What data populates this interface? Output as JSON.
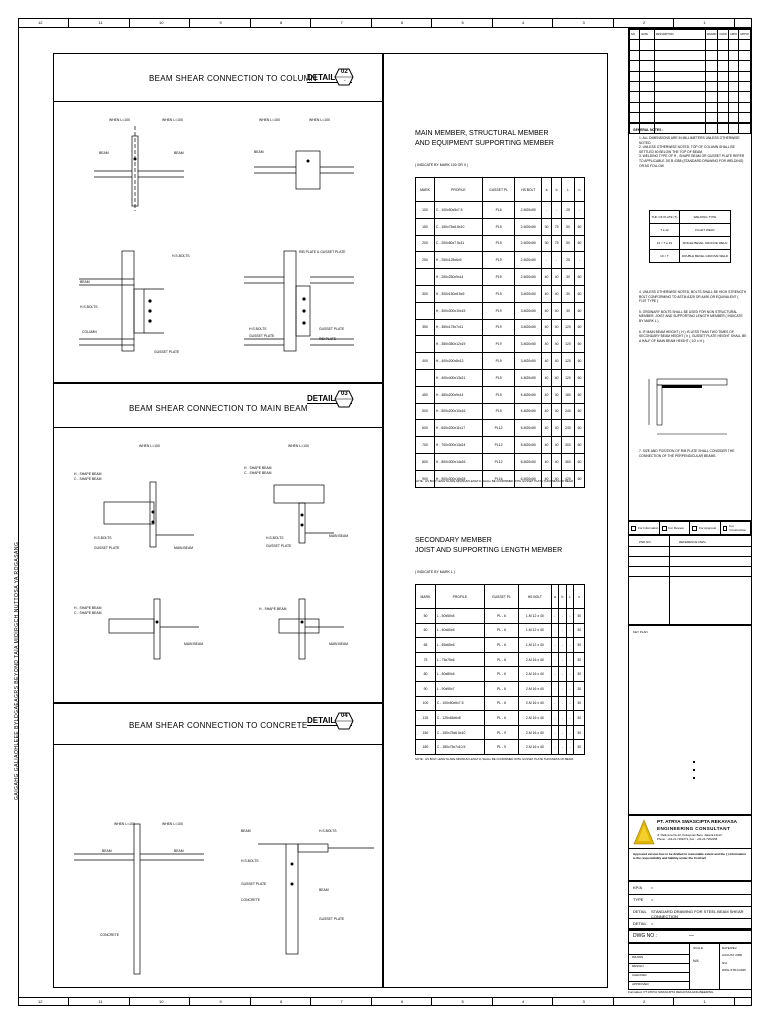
{
  "ruler": {
    "numbers": [
      "12",
      "11",
      "10",
      "9",
      "8",
      "7",
      "6",
      "5",
      "4",
      "3",
      "2",
      "1"
    ]
  },
  "side_text": "GAIGAHG GALIAOHLEEE BYLDGAEAGRS BEYOND TAIA MIDIRGCH NUTTOSA YA ROGASANG",
  "details": [
    {
      "title": "BEAM SHEAR CONNECTION TO COLUMN",
      "label": "DETAIL",
      "num": "02"
    },
    {
      "title": "BEAM SHEAR CONNECTION TO MAIN BEAM",
      "label": "DETAIL",
      "num": "03"
    },
    {
      "title": "BEAM SHEAR CONNECTION TO CONCRETE",
      "label": "DETAIL",
      "num": "04"
    }
  ],
  "labels": {
    "when": "WHEN L=100",
    "beam": "BEAM",
    "column": "COLUMN",
    "hs_bolts": "H.S.BOLTS",
    "gusset_plate": "GUSSET PLATE",
    "rib_plate": "RIB PLATE",
    "main_beam": "MAIN BEAM",
    "h_shape": "H - SHAPE BEAM",
    "c_shape": "C - SHAPE BEAM",
    "concrete": "CONCRETE",
    "anchor": "RIB PLATE & GUSSET PLATE"
  },
  "main_table": {
    "title1": "MAIN MEMBER, STRUCTURAL MEMBER",
    "title2": "AND EQUIPMENT SUPPORTING MEMBER",
    "subtitle": "( INDICATE BY MARK 100 OR II )",
    "headers": [
      "MARK",
      "PROFILE",
      "GUSSET PL",
      "HS BOLT",
      "a",
      "b",
      "L",
      "n"
    ],
    "rows": [
      [
        "100",
        "C - 100x50x5x7.5",
        "PL6",
        "2-M20x50",
        "-",
        "-",
        "25",
        "-"
      ],
      [
        "150",
        "C - 150x75x6.5x10",
        "PL9",
        "2-M20x50",
        "30",
        "75",
        "50",
        "60"
      ],
      [
        "200",
        "C - 200x80x7.5x11",
        "PL9",
        "2-M20x50",
        "30",
        "75",
        "50",
        "60"
      ],
      [
        "250",
        "H - 250x125x6x9",
        "PL9",
        "2-M20x50",
        "-",
        "-",
        "25",
        "-"
      ],
      [
        "",
        "H - 250x250x9x14",
        "PL9",
        "2-M20x50",
        "40",
        "40",
        "30",
        "60"
      ],
      [
        "300",
        "H - 300x150x6.5x9",
        "PL9",
        "3-M20x50",
        "40",
        "40",
        "30",
        "60"
      ],
      [
        "",
        "H - 300x300x10x15",
        "PL9",
        "3-M20x50",
        "40",
        "40",
        "30",
        "60"
      ],
      [
        "350",
        "H - 350x175x7x11",
        "PL9",
        "3-M20x50",
        "40",
        "40",
        "120",
        "60"
      ],
      [
        "",
        "H - 350x350x12x19",
        "PL9",
        "3-M20x50",
        "40",
        "40",
        "120",
        "60"
      ],
      [
        "400",
        "H - 400x200x8x13",
        "PL9",
        "3-M20x50",
        "40",
        "40",
        "120",
        "60"
      ],
      [
        "",
        "H - 400x400x13x21",
        "PL9",
        "4-M20x50",
        "40",
        "40",
        "120",
        "60"
      ],
      [
        "450",
        "H - 450x200x9x14",
        "PL9",
        "4-M20x50",
        "40",
        "40",
        "180",
        "60"
      ],
      [
        "500",
        "H - 500x200x10x16",
        "PL9",
        "4-M20x50",
        "40",
        "40",
        "240",
        "60"
      ],
      [
        "600",
        "H - 600x200x11x17",
        "PL12",
        "5-M20x50",
        "40",
        "40",
        "240",
        "60"
      ],
      [
        "700",
        "H - 700x300x13x24",
        "PL12",
        "5-M20x50",
        "40",
        "40",
        "300",
        "60"
      ],
      [
        "800",
        "H - 800x300x14x26",
        "PL12",
        "6-M20x50",
        "40",
        "40",
        "360",
        "60"
      ],
      [
        "900",
        "H - 900x300x16x28",
        "PL16",
        "6-M20x50",
        "40",
        "40",
        "420",
        "60"
      ]
    ],
    "note": "NOTE : HS BOLT LENGTH ARE MINIMUM LENGTH, SHALL BE CONFIRMED WITH GUSSET PLATE THICKNESS OF BEAM."
  },
  "sec_table": {
    "title1": "SECONDARY MEMBER",
    "title2": "JOIST AND SUPPORTING LENGTH MEMBER",
    "subtitle": "( INDICATE BY MARK L )",
    "headers": [
      "MARK",
      "PROFILE",
      "GUSSET PL",
      "HS BOLT",
      "a",
      "b",
      "L",
      "n"
    ],
    "rows": [
      [
        "50",
        "L - 50x50x5",
        "PL - 6",
        "1-M 12 x 40",
        "-",
        "-",
        "-",
        "30"
      ],
      [
        "60",
        "L - 60x60x6",
        "PL - 6",
        "1-M 12 x 40",
        "-",
        "-",
        "-",
        "30"
      ],
      [
        "65",
        "L - 65x65x6",
        "PL - 6",
        "1-M 12 x 40",
        "-",
        "-",
        "-",
        "30"
      ],
      [
        "75",
        "L - 75x75x6",
        "PL - 6",
        "2-M 16 x 40",
        "-",
        "-",
        "-",
        "30"
      ],
      [
        "80",
        "L - 80x80x6",
        "PL - 6",
        "2-M 16 x 40",
        "-",
        "-",
        "-",
        "30"
      ],
      [
        "90",
        "L - 90x90x7",
        "PL - 6",
        "2-M 16 x 40",
        "-",
        "-",
        "-",
        "30"
      ],
      [
        "100",
        "C - 100x50x5x7.5",
        "PL - 6",
        "2-M 16 x 40",
        "-",
        "-",
        "-",
        "30"
      ],
      [
        "125",
        "C - 125x65x6x8",
        "PL - 6",
        "2-M 16 x 40",
        "-",
        "-",
        "-",
        "30"
      ],
      [
        "150",
        "C - 150x75x6.5x10",
        "PL - 9",
        "2-M 16 x 40",
        "-",
        "-",
        "-",
        "30"
      ],
      [
        "180",
        "C - 180x75x7x10.5",
        "PL - 9",
        "2-M 16 x 40",
        "-",
        "-",
        "-",
        "30"
      ]
    ],
    "note": "NOTE : HS BOLT LENGTH ARE MINIMUM LENGTH, SHALL BE CONFIRMED WITH GUSSET PLATE THICKNESS OF BEAM."
  },
  "rev_headers": [
    "NO",
    "DATE",
    "DESCRIPTION",
    "DRAWN",
    "CHKD",
    "APPD",
    "APPVD"
  ],
  "general_notes": {
    "title": "GENERAL NOTES :",
    "items": [
      "1. ALL DIMENSIONS ARE IN MILLIMETERS UNLESS OTHERWISE NOTED.",
      "2. UNLESS OTHERWISE NOTED, TOP OF COLUMN SHALL BE SETTLED 50 BELOW THE TOP OF BEAM.",
      "3. WELDING TYPE OF H - SHAPE BEAM OR GUSSET PLATE REFER TO APPLICABLE JIS B 4358 (STANDARD DRAWING FOR WELDING) OR AS FOLLOW"
    ],
    "weld_table": [
      [
        "THK OF PLATE (T)",
        "WELDING TYPE"
      ],
      [
        "T ≤ 12",
        "FILLET WELD"
      ],
      [
        "12 < T ≤ 19",
        "SINGLE BEVEL GROOVE WELD"
      ],
      [
        "19 < T",
        "DOUBLE BEVEL GROOVE WELD"
      ]
    ],
    "items2": [
      "4. UNLESS OTHERWISE NOTED, BOLTS SHALL BE HIGH STRENGTH BOLT CONFORMING TO ASTM A325 OR A490 OR EQUIVALENT ( F10T TYPE ).",
      "5. ORDINARY BOLTS SHALL BE USED FOR NON STRUCTURAL MEMBER, JOIST AND SUPPORTING LENGTH MEMBER ( INDICATE BY MARK L ).",
      "6. IF MAIN BEAM HEIGHT ( H ) IS LESS THAN TWO TIMES OF SECONDARY BEAM HEIGHT ( h ), GUSSET PLATE HEIGHT SHALL BE A HALF OF MAIN BEAM HEIGHT ( 1/2 x H )."
    ],
    "items3": [
      "7. SIZE AND POSITION OF RIB PLATE SHALL CONSIDER THE CONNECTION OF THE PERPENDICULAR BEAMS."
    ]
  },
  "titleblock": {
    "stamp_cols": [
      "For Information",
      "For Review",
      "For Approval",
      "For Construction"
    ],
    "dwg_ref": "PND NO.",
    "ref_dwg": "REFERENCE DWG.",
    "key_plan": "KEY PLAN",
    "company": "PT. ATRYA SWASCIPTA REKAYASA",
    "company2": "ENGINEERING CONSULTANT",
    "addr": "Jl. Pattimura No.20, Kebayoran Baru, Jakarta 12110",
    "addr2": "Phone : +62-21-7262273, Fax : +62-21-7262458",
    "copyright": "Approved version has to be drafted to reasonable extent and the ( ) information is the responsibility and liability under the Contract",
    "rows": [
      [
        "KP/A",
        "="
      ],
      [
        "TYPE",
        "="
      ],
      [
        "DETAIL",
        "STANDARD DRAWING FOR STEEL BEAM SHEAR CONNECTION"
      ],
      [
        "DETAIL",
        "="
      ]
    ],
    "dwg_no_label": "DWG NO :",
    "dwg_no": "—",
    "sig_rows": [
      "DRAWN",
      "DESIGN",
      "CHECKED",
      "APPROVED"
    ],
    "scale_label": "SCALE",
    "date_label": "DATE/REV",
    "date": "AUGUST 2008",
    "scale": "N/A",
    "code": "DWG-STD-F0025",
    "footer": "Formatted, PT ATRYA SWASCIPTA REKAYASA ENGINEERING"
  }
}
